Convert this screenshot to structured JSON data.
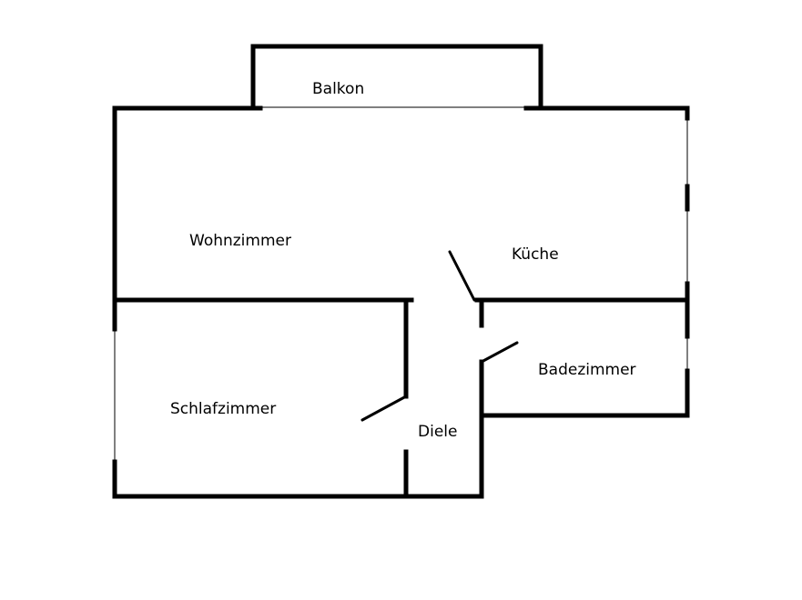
{
  "floorplan": {
    "rooms": {
      "balkon": "Balkon",
      "wohnzimmer": "Wohnzimmer",
      "kueche": "Küche",
      "schlafzimmer": "Schlafzimmer",
      "badezimmer": "Badezimmer",
      "diele": "Diele"
    },
    "colors": {
      "wall": "#000000",
      "background": "#ffffff"
    }
  }
}
